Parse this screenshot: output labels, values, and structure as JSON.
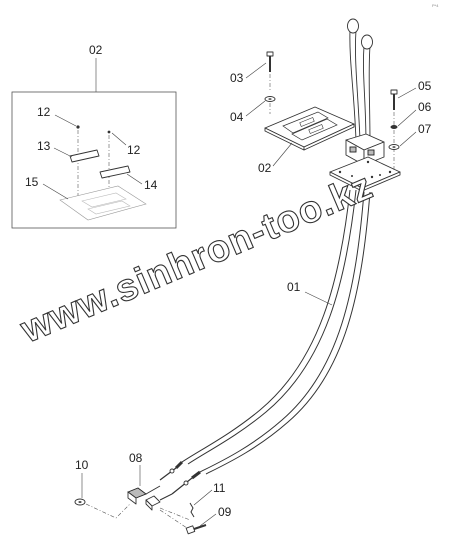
{
  "diagram": {
    "corner_mark": "P*4",
    "watermark": "www.sinhron-too.kz",
    "inset_title": "02",
    "labels": {
      "p01": "01",
      "p02": "02",
      "p03": "03",
      "p04": "04",
      "p05": "05",
      "p06": "06",
      "p07": "07",
      "p08": "08",
      "p09": "09",
      "p10": "10",
      "p11": "11",
      "i12a": "12",
      "i12b": "12",
      "i13": "13",
      "i14": "14",
      "i15": "15"
    }
  }
}
